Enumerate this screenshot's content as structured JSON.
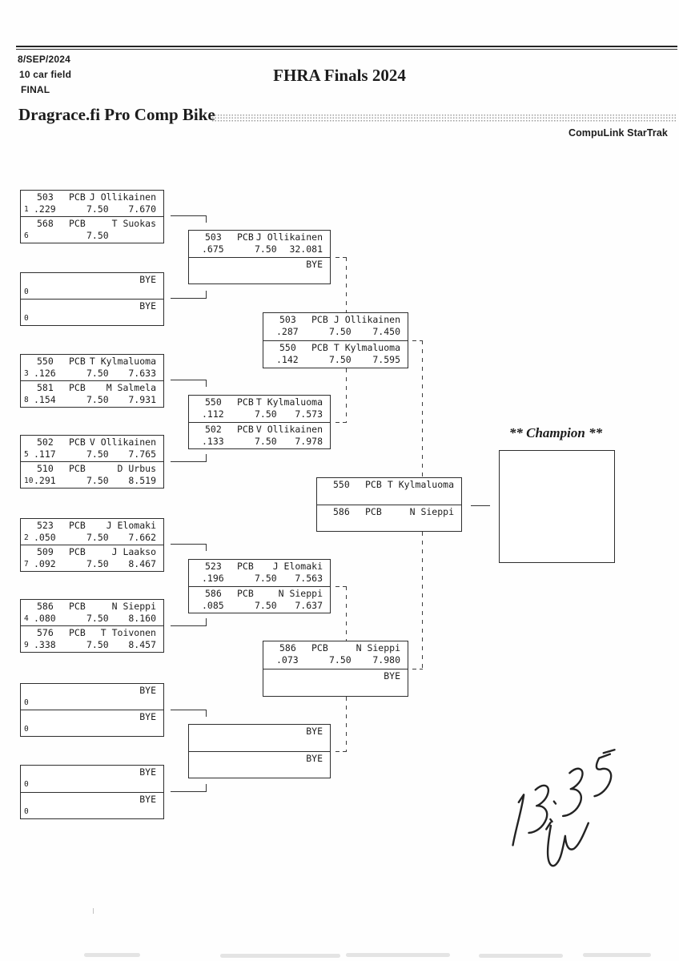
{
  "header": {
    "date": "8/SEP/2024",
    "field_size": "10 car field",
    "round": "FINAL",
    "event_title": "FHRA Finals 2024",
    "class_title": "Dragrace.fi Pro Comp Bike",
    "brand": "CompuLink StarTrak"
  },
  "colors": {
    "ink": "#1c1c1c",
    "border": "#2e2e2e"
  },
  "bracket": {
    "champion_label": "** Champion **",
    "round1": [
      {
        "top": {
          "car": "503",
          "cls": "PCB",
          "name": "J Ollikainen",
          "seed": "1",
          "rt": ".229",
          "dial": "7.50",
          "et": "7.670"
        },
        "bottom": {
          "car": "568",
          "cls": "PCB",
          "name": "T Suokas",
          "seed": "6",
          "dial": "7.50"
        }
      },
      {
        "top": {
          "name": "BYE",
          "seed": "0"
        },
        "bottom": {
          "name": "BYE",
          "seed": "0"
        }
      },
      {
        "top": {
          "car": "550",
          "cls": "PCB",
          "name": "T Kylmaluoma",
          "seed": "3",
          "rt": ".126",
          "dial": "7.50",
          "et": "7.633"
        },
        "bottom": {
          "car": "581",
          "cls": "PCB",
          "name": "M Salmela",
          "seed": "8",
          "rt": ".154",
          "dial": "7.50",
          "et": "7.931"
        }
      },
      {
        "top": {
          "car": "502",
          "cls": "PCB",
          "name": "V Ollikainen",
          "seed": "5",
          "rt": ".117",
          "dial": "7.50",
          "et": "7.765"
        },
        "bottom": {
          "car": "510",
          "cls": "PCB",
          "name": "D Urbus",
          "seed": "10",
          "rt": ".291",
          "dial": "7.50",
          "et": "8.519"
        }
      },
      {
        "top": {
          "car": "523",
          "cls": "PCB",
          "name": "J Elomaki",
          "seed": "2",
          "rt": ".050",
          "dial": "7.50",
          "et": "7.662"
        },
        "bottom": {
          "car": "509",
          "cls": "PCB",
          "name": "J Laakso",
          "seed": "7",
          "rt": ".092",
          "dial": "7.50",
          "et": "8.467"
        }
      },
      {
        "top": {
          "car": "586",
          "cls": "PCB",
          "name": "N Sieppi",
          "seed": "4",
          "rt": ".080",
          "dial": "7.50",
          "et": "8.160"
        },
        "bottom": {
          "car": "576",
          "cls": "PCB",
          "name": "T Toivonen",
          "seed": "9",
          "rt": ".338",
          "dial": "7.50",
          "et": "8.457"
        }
      },
      {
        "top": {
          "name": "BYE",
          "seed": "0"
        },
        "bottom": {
          "name": "BYE",
          "seed": "0"
        }
      },
      {
        "top": {
          "name": "BYE",
          "seed": "0"
        },
        "bottom": {
          "name": "BYE",
          "seed": "0"
        }
      }
    ],
    "quarterfinals": [
      {
        "top": {
          "car": "503",
          "cls": "PCB",
          "name": "J Ollikainen",
          "rt": ".675",
          "dial": "7.50",
          "et": "32.081"
        },
        "bottom": {
          "name": "BYE"
        }
      },
      {
        "top": {
          "car": "550",
          "cls": "PCB",
          "name": "T Kylmaluoma",
          "rt": ".112",
          "dial": "7.50",
          "et": "7.573"
        },
        "bottom": {
          "car": "502",
          "cls": "PCB",
          "name": "V Ollikainen",
          "rt": ".133",
          "dial": "7.50",
          "et": "7.978"
        }
      },
      {
        "top": {
          "car": "523",
          "cls": "PCB",
          "name": "J Elomaki",
          "rt": ".196",
          "dial": "7.50",
          "et": "7.563"
        },
        "bottom": {
          "car": "586",
          "cls": "PCB",
          "name": "N Sieppi",
          "rt": ".085",
          "dial": "7.50",
          "et": "7.637"
        }
      },
      {
        "top": {
          "name": "BYE"
        },
        "bottom": {
          "name": "BYE"
        }
      }
    ],
    "semifinals": [
      {
        "top": {
          "car": "503",
          "cls": "PCB",
          "name": "J Ollikainen",
          "rt": ".287",
          "dial": "7.50",
          "et": "7.450"
        },
        "bottom": {
          "car": "550",
          "cls": "PCB",
          "name": "T Kylmaluoma",
          "rt": ".142",
          "dial": "7.50",
          "et": "7.595"
        }
      },
      {
        "top": {
          "car": "586",
          "cls": "PCB",
          "name": "N Sieppi",
          "rt": ".073",
          "dial": "7.50",
          "et": "7.980"
        },
        "bottom": {
          "name": "BYE"
        }
      }
    ],
    "final": {
      "top": {
        "car": "550",
        "cls": "PCB",
        "name": "T Kylmaluoma"
      },
      "bottom": {
        "car": "586",
        "cls": "PCB",
        "name": "N Sieppi"
      }
    }
  },
  "annotations": {
    "handwritten_time": "13:35"
  }
}
